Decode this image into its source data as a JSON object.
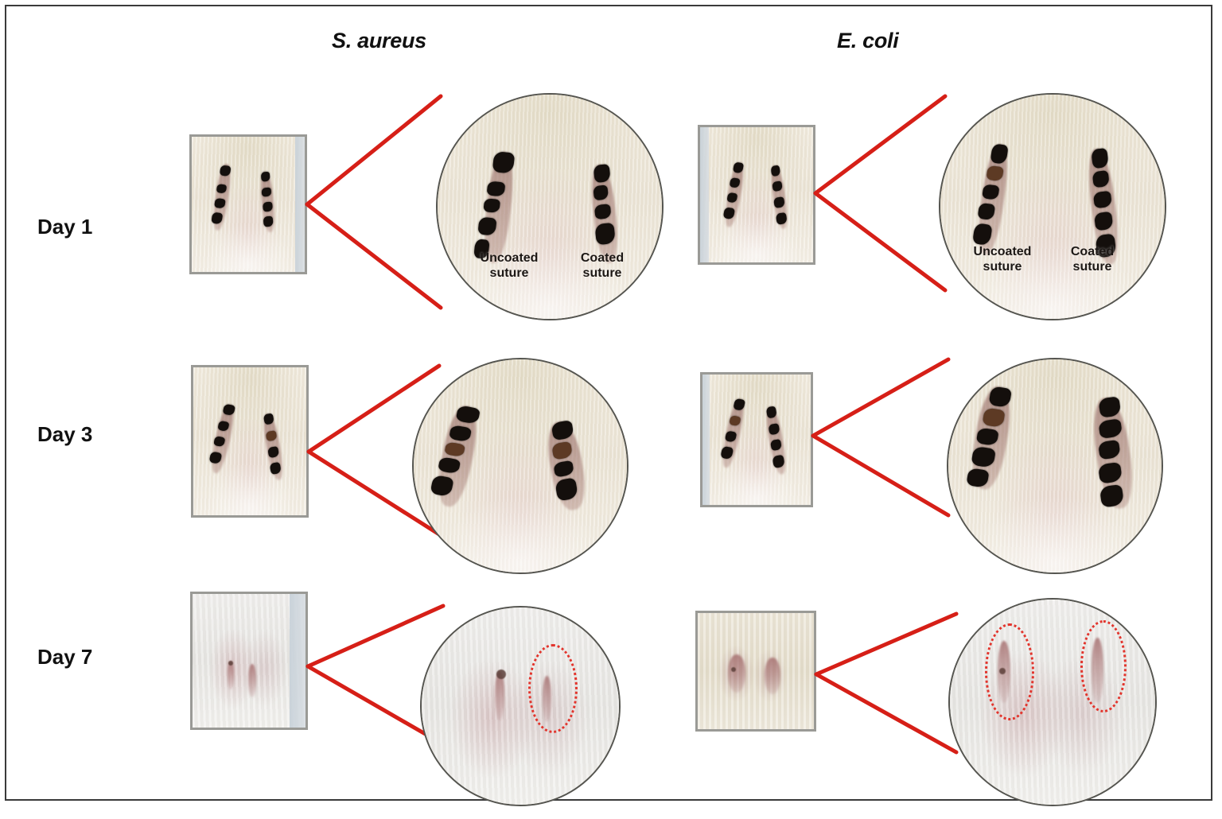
{
  "figure": {
    "type": "scientific-figure-grid",
    "background_color": "#ffffff",
    "border_color": "#3a3a3a",
    "connector_color": "#d61f17",
    "highlight_color": "#e2342c",
    "circle_border_color": "#555550",
    "thumbnail_border_color": "#9a9a96"
  },
  "columns": [
    {
      "id": "s-aureus",
      "label": "S. aureus"
    },
    {
      "id": "e-coli",
      "label": "E. coli"
    }
  ],
  "rows": [
    {
      "id": "day-1",
      "label": "Day 1"
    },
    {
      "id": "day-3",
      "label": "Day 3"
    },
    {
      "id": "day-7",
      "label": "Day 7"
    }
  ],
  "annotations": {
    "uncoated_label": "Uncoated\nsuture",
    "coated_label": "Coated\nsuture"
  },
  "panels": [
    {
      "id": "sa-day1",
      "column": "S. aureus",
      "row": "Day 1",
      "description": "Rat dorsal skin with two sutured incisions, black stitches, surrounding fur intact",
      "has_suture_labels": true,
      "highlight_ellipses": 0
    },
    {
      "id": "ec-day1",
      "column": "E. coli",
      "row": "Day 1",
      "description": "Rat dorsal skin with two sutured incisions, black stitches, mild erythema",
      "has_suture_labels": true,
      "highlight_ellipses": 0
    },
    {
      "id": "sa-day3",
      "column": "S. aureus",
      "row": "Day 3",
      "description": "Two suture lines still present, uncoated side darker and crusted",
      "has_suture_labels": false,
      "highlight_ellipses": 0
    },
    {
      "id": "ec-day3",
      "column": "E. coli",
      "row": "Day 3",
      "description": "Two suture lines, uncoated side with brownish exudate",
      "has_suture_labels": false,
      "highlight_ellipses": 0
    },
    {
      "id": "sa-day7",
      "column": "S. aureus",
      "row": "Day 7",
      "description": "Wounds largely healed, one region marked with red dotted ellipse",
      "has_suture_labels": false,
      "highlight_ellipses": 1
    },
    {
      "id": "ec-day7",
      "column": "E. coli",
      "row": "Day 7",
      "description": "Wounds healed, two regions marked with red dotted ellipses",
      "has_suture_labels": false,
      "highlight_ellipses": 2
    }
  ]
}
